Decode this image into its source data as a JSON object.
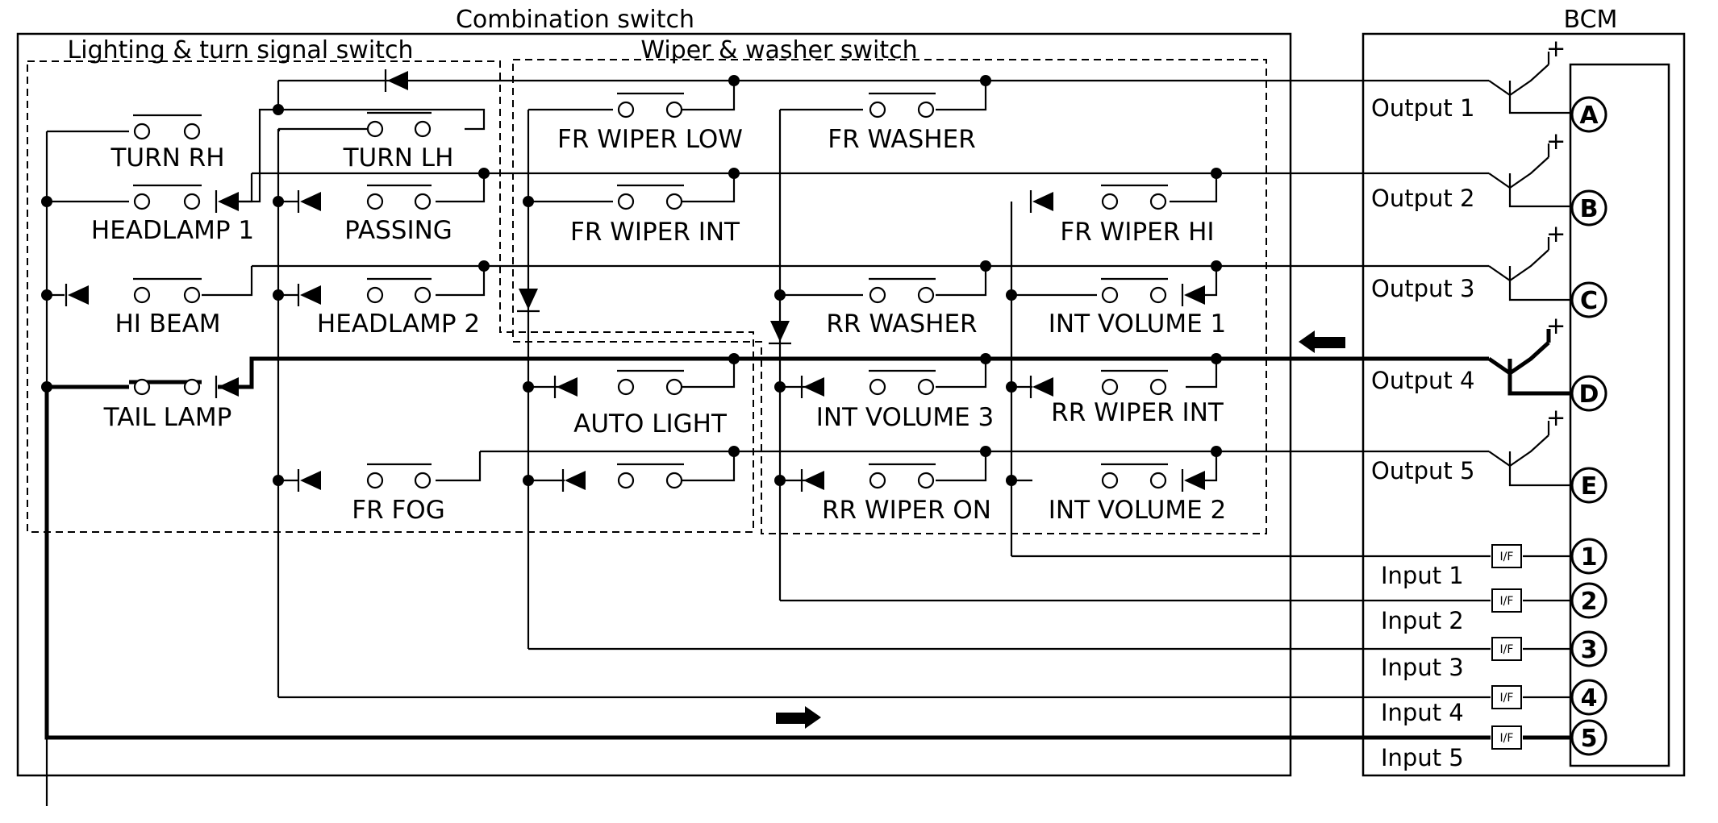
{
  "titles": {
    "combination": "Combination switch",
    "bcm": "BCM",
    "lighting": "Lighting & turn signal switch",
    "wiper": "Wiper & washer switch"
  },
  "switches": {
    "turn_rh": "TURN RH",
    "turn_lh": "TURN LH",
    "headlamp1": "HEADLAMP 1",
    "passing": "PASSING",
    "hi_beam": "HI BEAM",
    "headlamp2": "HEADLAMP 2",
    "tail_lamp": "TAIL LAMP",
    "fr_fog": "FR FOG",
    "fr_wiper_low": "FR WIPER LOW",
    "fr_wiper_int": "FR WIPER INT",
    "auto_light": "AUTO LIGHT",
    "fr_washer": "FR WASHER",
    "rr_washer": "RR WASHER",
    "int_volume3": "INT VOLUME 3",
    "rr_wiper_on": "RR WIPER ON",
    "fr_wiper_hi": "FR WIPER HI",
    "int_volume1": "INT VOLUME 1",
    "rr_wiper_int": "RR WIPER INT",
    "int_volume2": "INT VOLUME 2"
  },
  "outputs": [
    "Output 1",
    "Output 2",
    "Output 3",
    "Output 4",
    "Output 5"
  ],
  "output_terminals": [
    "A",
    "B",
    "C",
    "D",
    "E"
  ],
  "inputs": [
    "Input 1",
    "Input 2",
    "Input 3",
    "Input 4",
    "Input 5"
  ],
  "input_terminals": [
    "1",
    "2",
    "3",
    "4",
    "5"
  ],
  "interface_label": "I/F",
  "plus_sign": "+"
}
